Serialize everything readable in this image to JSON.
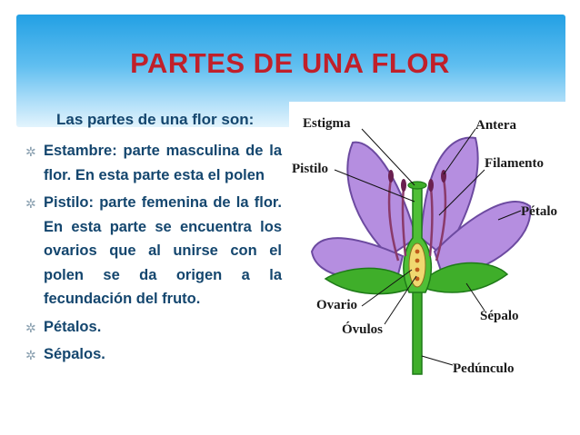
{
  "slide": {
    "title": "PARTES DE UNA FLOR",
    "subtitle": "Las partes de una flor son:",
    "bullet_glyph": "✲",
    "bullets": [
      "Estambre: parte masculina de la flor. En esta parte esta el polen",
      "Pistilo: parte femenina de la flor.   En esta parte se encuentra los ovarios que al unirse con el polen se da origen a la fecundación del fruto.",
      "Pétalos.",
      "Sépalos."
    ]
  },
  "diagram": {
    "labels": {
      "estigma": "Estigma",
      "antera": "Antera",
      "filamento": "Filamento",
      "pistilo": "Pistilo",
      "petalo": "Pétalo",
      "ovario": "Ovario",
      "ovulos": "Óvulos",
      "sepalo": "Sépalo",
      "pedunculo": "Pedúnculo"
    },
    "colors": {
      "petal": "#b58ee0",
      "petal_edge": "#6c4aa0",
      "stamen": "#8a3a6a",
      "green": "#3fae2a",
      "green_dark": "#1e7a18",
      "ovary": "#f0d870"
    }
  },
  "colors": {
    "title": "#c0202a",
    "text": "#14466e",
    "header_top": "#23a0e4",
    "header_bottom": "#e3f4fd"
  }
}
